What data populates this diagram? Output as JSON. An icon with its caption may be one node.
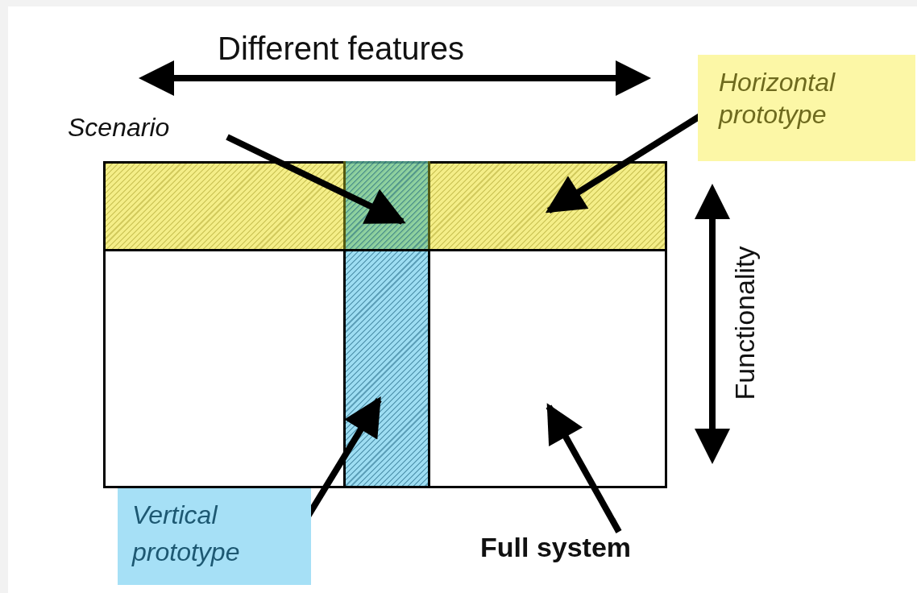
{
  "diagram": {
    "nodes": [
      {
        "text": [],
        "shape": "box"
      },
      {
        "text": [],
        "shape": "box",
        "in": 0
      },
      {
        "text": [],
        "shape": "box",
        "in": 1
      },
      {
        "text": [],
        "shape": "box",
        "in": 0
      },
      {
        "text": [
          "Scenario"
        ]
      },
      {
        "text": [
          "Horizontal prototype"
        ]
      },
      {
        "text": [
          "Vertical prototype"
        ]
      },
      {
        "text": [
          "Full system"
        ]
      }
    ],
    "edges": [
      {
        "from": 4,
        "to": 2,
        "arrow": "to"
      },
      {
        "from": 5,
        "to": 1,
        "arrow": "to"
      },
      {
        "from": 6,
        "to": 3,
        "arrow": "to"
      },
      {
        "from": 7,
        "to": 0,
        "arrow": "to"
      }
    ],
    "labels": [
      "Different features",
      "Functionality"
    ]
  }
}
